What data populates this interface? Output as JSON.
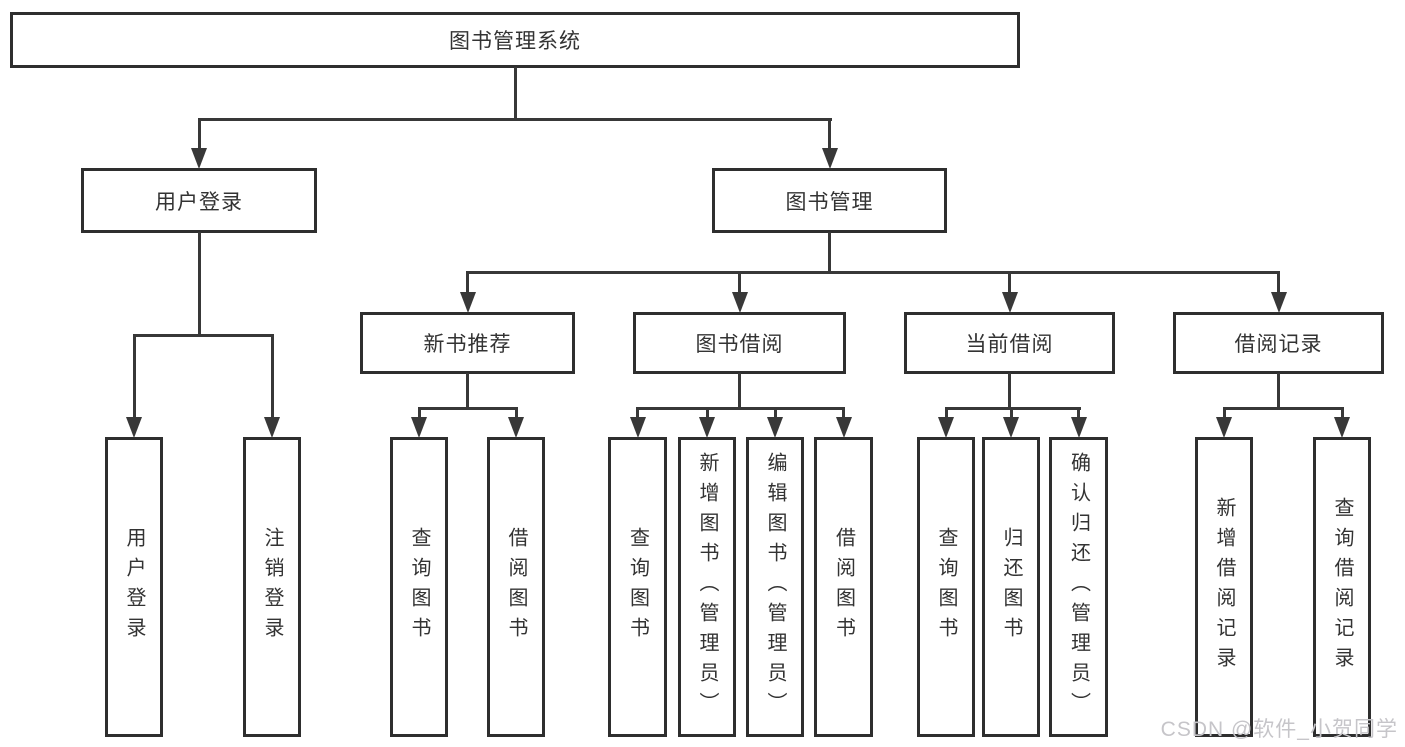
{
  "watermark": "CSDN @软件_小贺同学",
  "colors": {
    "bg": "#ffffff",
    "line": "#383838",
    "border": "#2e2e2e",
    "fill": "#ffffff",
    "text": "#333333",
    "watermark": "#c6c5c9"
  },
  "nodes": [
    {
      "id": "system",
      "label": "图书管理系统",
      "parent": null
    },
    {
      "id": "user-login",
      "label": "用户登录",
      "parent": "system"
    },
    {
      "id": "book-management",
      "label": "图书管理",
      "parent": "system"
    },
    {
      "id": "login",
      "label": "用户登录",
      "parent": "user-login"
    },
    {
      "id": "logout",
      "label": "注销登录",
      "parent": "user-login"
    },
    {
      "id": "new-book-recommend",
      "label": "新书推荐",
      "parent": "book-management"
    },
    {
      "id": "book-borrow",
      "label": "图书借阅",
      "parent": "book-management"
    },
    {
      "id": "current-borrow",
      "label": "当前借阅",
      "parent": "book-management"
    },
    {
      "id": "borrow-records",
      "label": "借阅记录",
      "parent": "book-management"
    },
    {
      "id": "query-books-1",
      "label": "查询图书",
      "parent": "new-book-recommend"
    },
    {
      "id": "borrow-books-1",
      "label": "借阅图书",
      "parent": "new-book-recommend"
    },
    {
      "id": "query-books-2",
      "label": "查询图书",
      "parent": "book-borrow"
    },
    {
      "id": "add-books",
      "label": "新增图书（管理员）",
      "parent": "book-borrow"
    },
    {
      "id": "edit-books",
      "label": "编辑图书（管理员）",
      "parent": "book-borrow"
    },
    {
      "id": "borrow-books-2",
      "label": "借阅图书",
      "parent": "book-borrow"
    },
    {
      "id": "query-books-3",
      "label": "查询图书",
      "parent": "current-borrow"
    },
    {
      "id": "return-books",
      "label": "归还图书",
      "parent": "current-borrow"
    },
    {
      "id": "confirm-return",
      "label": "确认归还（管理员）",
      "parent": "current-borrow"
    },
    {
      "id": "add-borrow-record",
      "label": "新增借阅记录",
      "parent": "borrow-records"
    },
    {
      "id": "query-borrow-record",
      "label": "查询借阅记录",
      "parent": "borrow-records"
    }
  ]
}
